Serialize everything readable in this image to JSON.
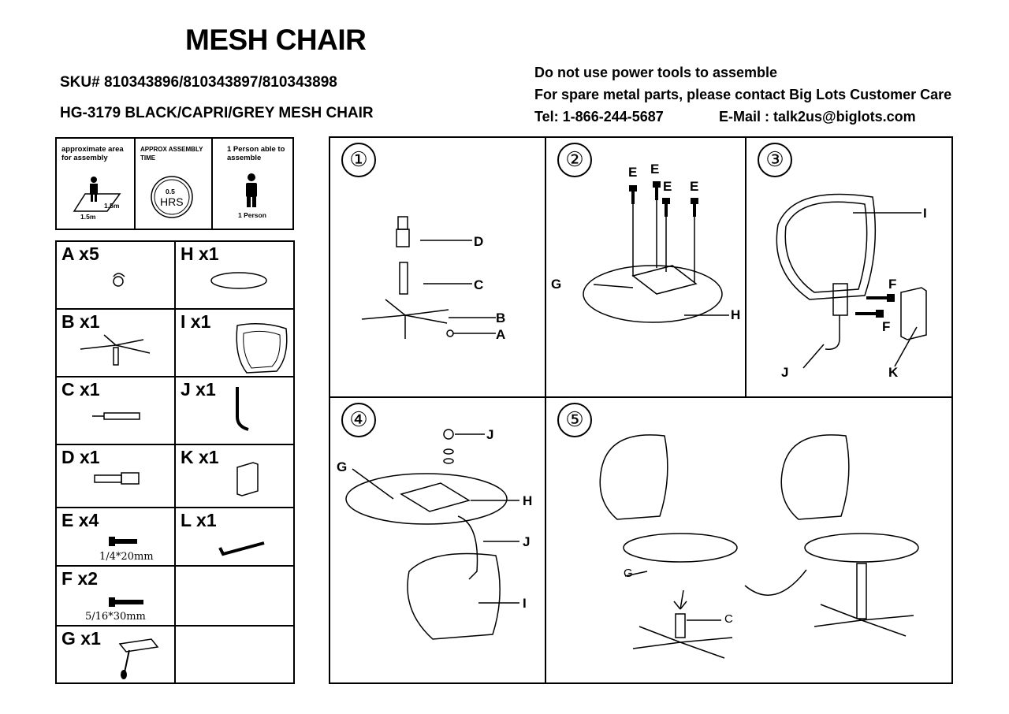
{
  "header": {
    "title": "MESH CHAIR",
    "sku": "SKU#  810343896/810343897/810343898",
    "model": "HG-3179  BLACK/CAPRI/GREY MESH CHAIR",
    "note_tools": "Do not use power tools to assemble",
    "note_parts": "For spare metal parts, please contact Big Lots Customer Care",
    "tel": "Tel: 1-866-244-5687",
    "email": "E-Mail : talk2us@biglots.com"
  },
  "info_boxes": {
    "area_label": "approximate area for assembly",
    "area_dim_1": "1.5m",
    "area_dim_2": "1.5m",
    "time_label": "APPROX ASSEMBLY TIME",
    "time_value": "0.5",
    "time_unit": "HRS",
    "person_label": "1 Person able to assemble",
    "person_value": "1 Person"
  },
  "parts": [
    {
      "label": "A x5"
    },
    {
      "label": "H x1"
    },
    {
      "label": "B x1"
    },
    {
      "label": "I x1"
    },
    {
      "label": "C x1"
    },
    {
      "label": "J x1"
    },
    {
      "label": "D x1"
    },
    {
      "label": "K x1"
    },
    {
      "label": "E x4",
      "size": "1/4*20mm"
    },
    {
      "label": "L x1"
    },
    {
      "label": "F x2",
      "size": "5/16*30mm"
    },
    {
      "label": ""
    },
    {
      "label": "G x1"
    },
    {
      "label": ""
    }
  ],
  "steps": [
    {
      "number": "①",
      "labels": [
        "D",
        "C",
        "B",
        "A"
      ]
    },
    {
      "number": "②",
      "labels": [
        "E",
        "E",
        "E",
        "E",
        "G",
        "H"
      ]
    },
    {
      "number": "③",
      "labels": [
        "I",
        "F",
        "F",
        "J",
        "K"
      ]
    },
    {
      "number": "④",
      "labels": [
        "J",
        "G",
        "H",
        "J",
        "I"
      ]
    },
    {
      "number": "⑤",
      "labels": [
        "G",
        "C"
      ]
    }
  ],
  "colors": {
    "ink": "#000000",
    "paper": "#ffffff"
  }
}
